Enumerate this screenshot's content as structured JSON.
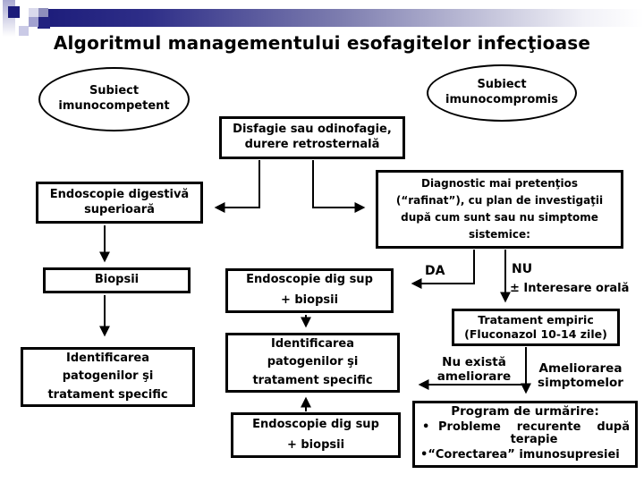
{
  "slide": {
    "title": "Algoritmul managementului esofagitelor infecţioase"
  },
  "colors": {
    "header_bar_start": "#1c1c7a",
    "header_bar_end": "#ffffff",
    "deco_navy": "#1c1c7a",
    "deco_lavender": "#a2a2d0",
    "deco_light_lavender": "#cacae6",
    "ink": "#000000",
    "background": "#ffffff"
  },
  "ellipses": {
    "competent": {
      "line1": "Subiect",
      "line2": "imunocompetent"
    },
    "compromis": {
      "line1": "Subiect",
      "line2": "imunocompromis"
    }
  },
  "boxes": {
    "disfagie": {
      "line1": "Disfagie sau odinofagie,",
      "line2": "durere retrosternală"
    },
    "endoscopie_superioara": {
      "line1": "Endoscopie digestivă",
      "line2": "superioară"
    },
    "diagnostic": {
      "line1": "Diagnostic mai pretenţios",
      "line2": "(“rafinat”), cu plan de investigaţii",
      "line3": "după cum sunt sau nu simptome",
      "line4": "sistemice:"
    },
    "biopsii": {
      "line1": "Biopsii"
    },
    "endoscopie_biopsii_sus": {
      "line1": "Endoscopie dig sup",
      "line2": "+ biopsii"
    },
    "tratament_empiric": {
      "line1": "Tratament empiric",
      "line2": "(Fluconazol 10-14 zile)"
    },
    "identificare_stanga": {
      "line1": "Identificarea",
      "line2": "patogenilor şi",
      "line3": "tratament specific"
    },
    "identificare_centru": {
      "line1": "Identificarea",
      "line2": "patogenilor şi",
      "line3": "tratament specific"
    },
    "endoscopie_biopsii_jos": {
      "line1": "Endoscopie dig sup",
      "line2": "+ biopsii"
    },
    "program": {
      "title": "Program de urmărire:",
      "bullet_marker": "•",
      "bullet1_line1": "Probleme recurente după",
      "bullet1_line2": "terapie",
      "bullet2": "“Corectarea” imunosupresiei"
    }
  },
  "edge_labels": {
    "da": "DA",
    "nu": "NU",
    "interesare_orala": "± Interesare orală",
    "nu_exista": {
      "line1": "Nu există",
      "line2": "ameliorare"
    },
    "ameliorarea": {
      "line1": "Ameliorarea",
      "line2": "simptomelor"
    }
  }
}
